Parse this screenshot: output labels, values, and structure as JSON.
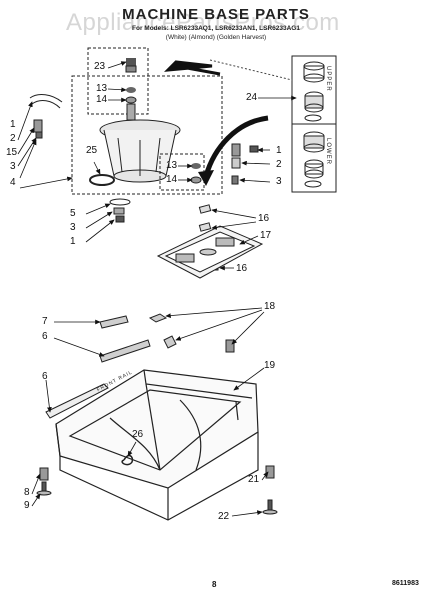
{
  "header": {
    "title": "MACHINE BASE PARTS",
    "models": "For Models: LSR6233AQ1, LSR6233AN1, LSR6233AG1",
    "variants": "(White)          (Almond)    (Golden Harvest)"
  },
  "watermark": "AppliancePartsPros.com",
  "footer": {
    "page_number": "8",
    "document_code": "8611983"
  },
  "gear_labels": {
    "upper": "UPPER",
    "lower": "LOWER"
  },
  "rail_label": "FRONT RAIL",
  "callouts": {
    "c23": "23",
    "c13a": "13",
    "c14a": "14",
    "c24": "24",
    "c1a": "1",
    "c2a": "2",
    "c15": "15",
    "c3a": "3",
    "c4": "4",
    "c25": "25",
    "c13b": "13",
    "c14b": "14",
    "c1b": "1",
    "c2b": "2",
    "c3b": "3",
    "c5": "5",
    "c3c": "3",
    "c1c": "1",
    "c16a": "16",
    "c17": "17",
    "c16b": "16",
    "c18": "18",
    "c7": "7",
    "c6a": "6",
    "c19": "19",
    "c6b": "6",
    "c26": "26",
    "c21": "21",
    "c8": "8",
    "c9": "9",
    "c22": "22"
  }
}
